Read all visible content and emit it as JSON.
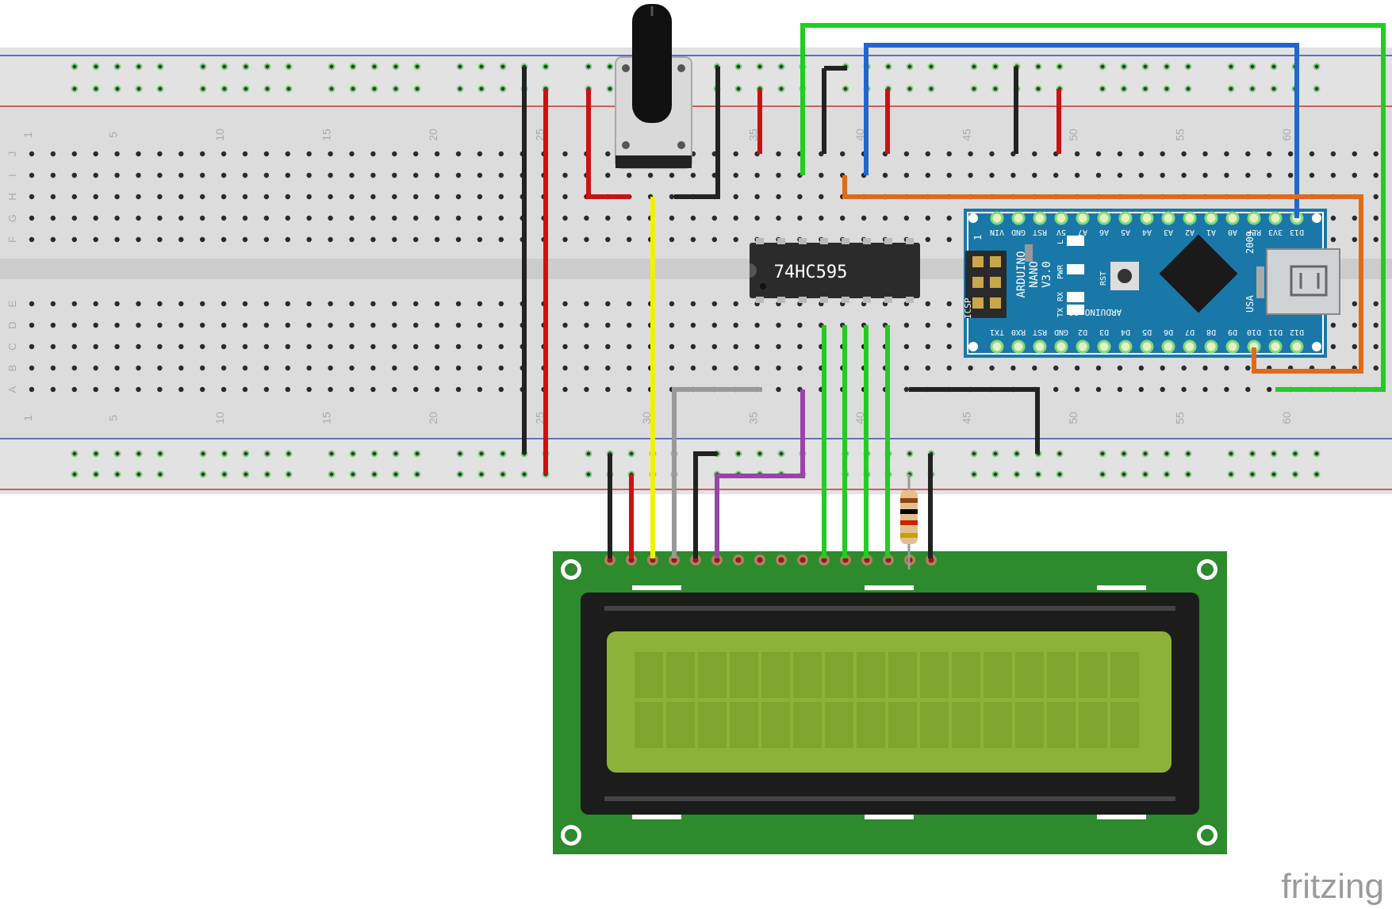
{
  "breadboard": {
    "column_numbers": [
      "1",
      "5",
      "10",
      "15",
      "20",
      "25",
      "30",
      "35",
      "40",
      "45",
      "50",
      "55",
      "60"
    ],
    "row_letters_top": [
      "J",
      "I",
      "H",
      "G",
      "F"
    ],
    "row_letters_bottom": [
      "E",
      "D",
      "C",
      "B",
      "A"
    ]
  },
  "chip": {
    "label": "74HC595"
  },
  "arduino": {
    "top_pins": [
      "D13",
      "3V3",
      "REF",
      "A0",
      "A1",
      "A2",
      "A3",
      "A4",
      "A5",
      "A6",
      "A7",
      "5V",
      "RST",
      "GND",
      "VIN"
    ],
    "bottom_pins": [
      "D12",
      "D11",
      "D10",
      "D9",
      "D8",
      "D7",
      "D6",
      "D5",
      "D4",
      "D3",
      "D2",
      "GND",
      "RST",
      "RX0",
      "TX1"
    ],
    "brand": "ARDUINO",
    "model": "NANO",
    "version": "V3.0",
    "year": "2009",
    "country": "USA",
    "site": "ARDUINO.CC",
    "icsp": "ICSP",
    "pin1": "1",
    "leds": [
      "L",
      "PWR",
      "RX",
      "TX"
    ],
    "reset": "RST"
  },
  "watermark": "fritzing",
  "colors": {
    "black_wire": "#222222",
    "red_wire": "#cc1111",
    "green_wire": "#22cc22",
    "blue_wire": "#2266cc",
    "orange_wire": "#e06a1c",
    "yellow_wire": "#f2f200",
    "gray_wire": "#999999",
    "purple_wire": "#9a44a8",
    "lcd_pcb": "#2d8a2d",
    "lcd_screen": "#8db23a",
    "nano_pcb": "#1a78a8"
  }
}
